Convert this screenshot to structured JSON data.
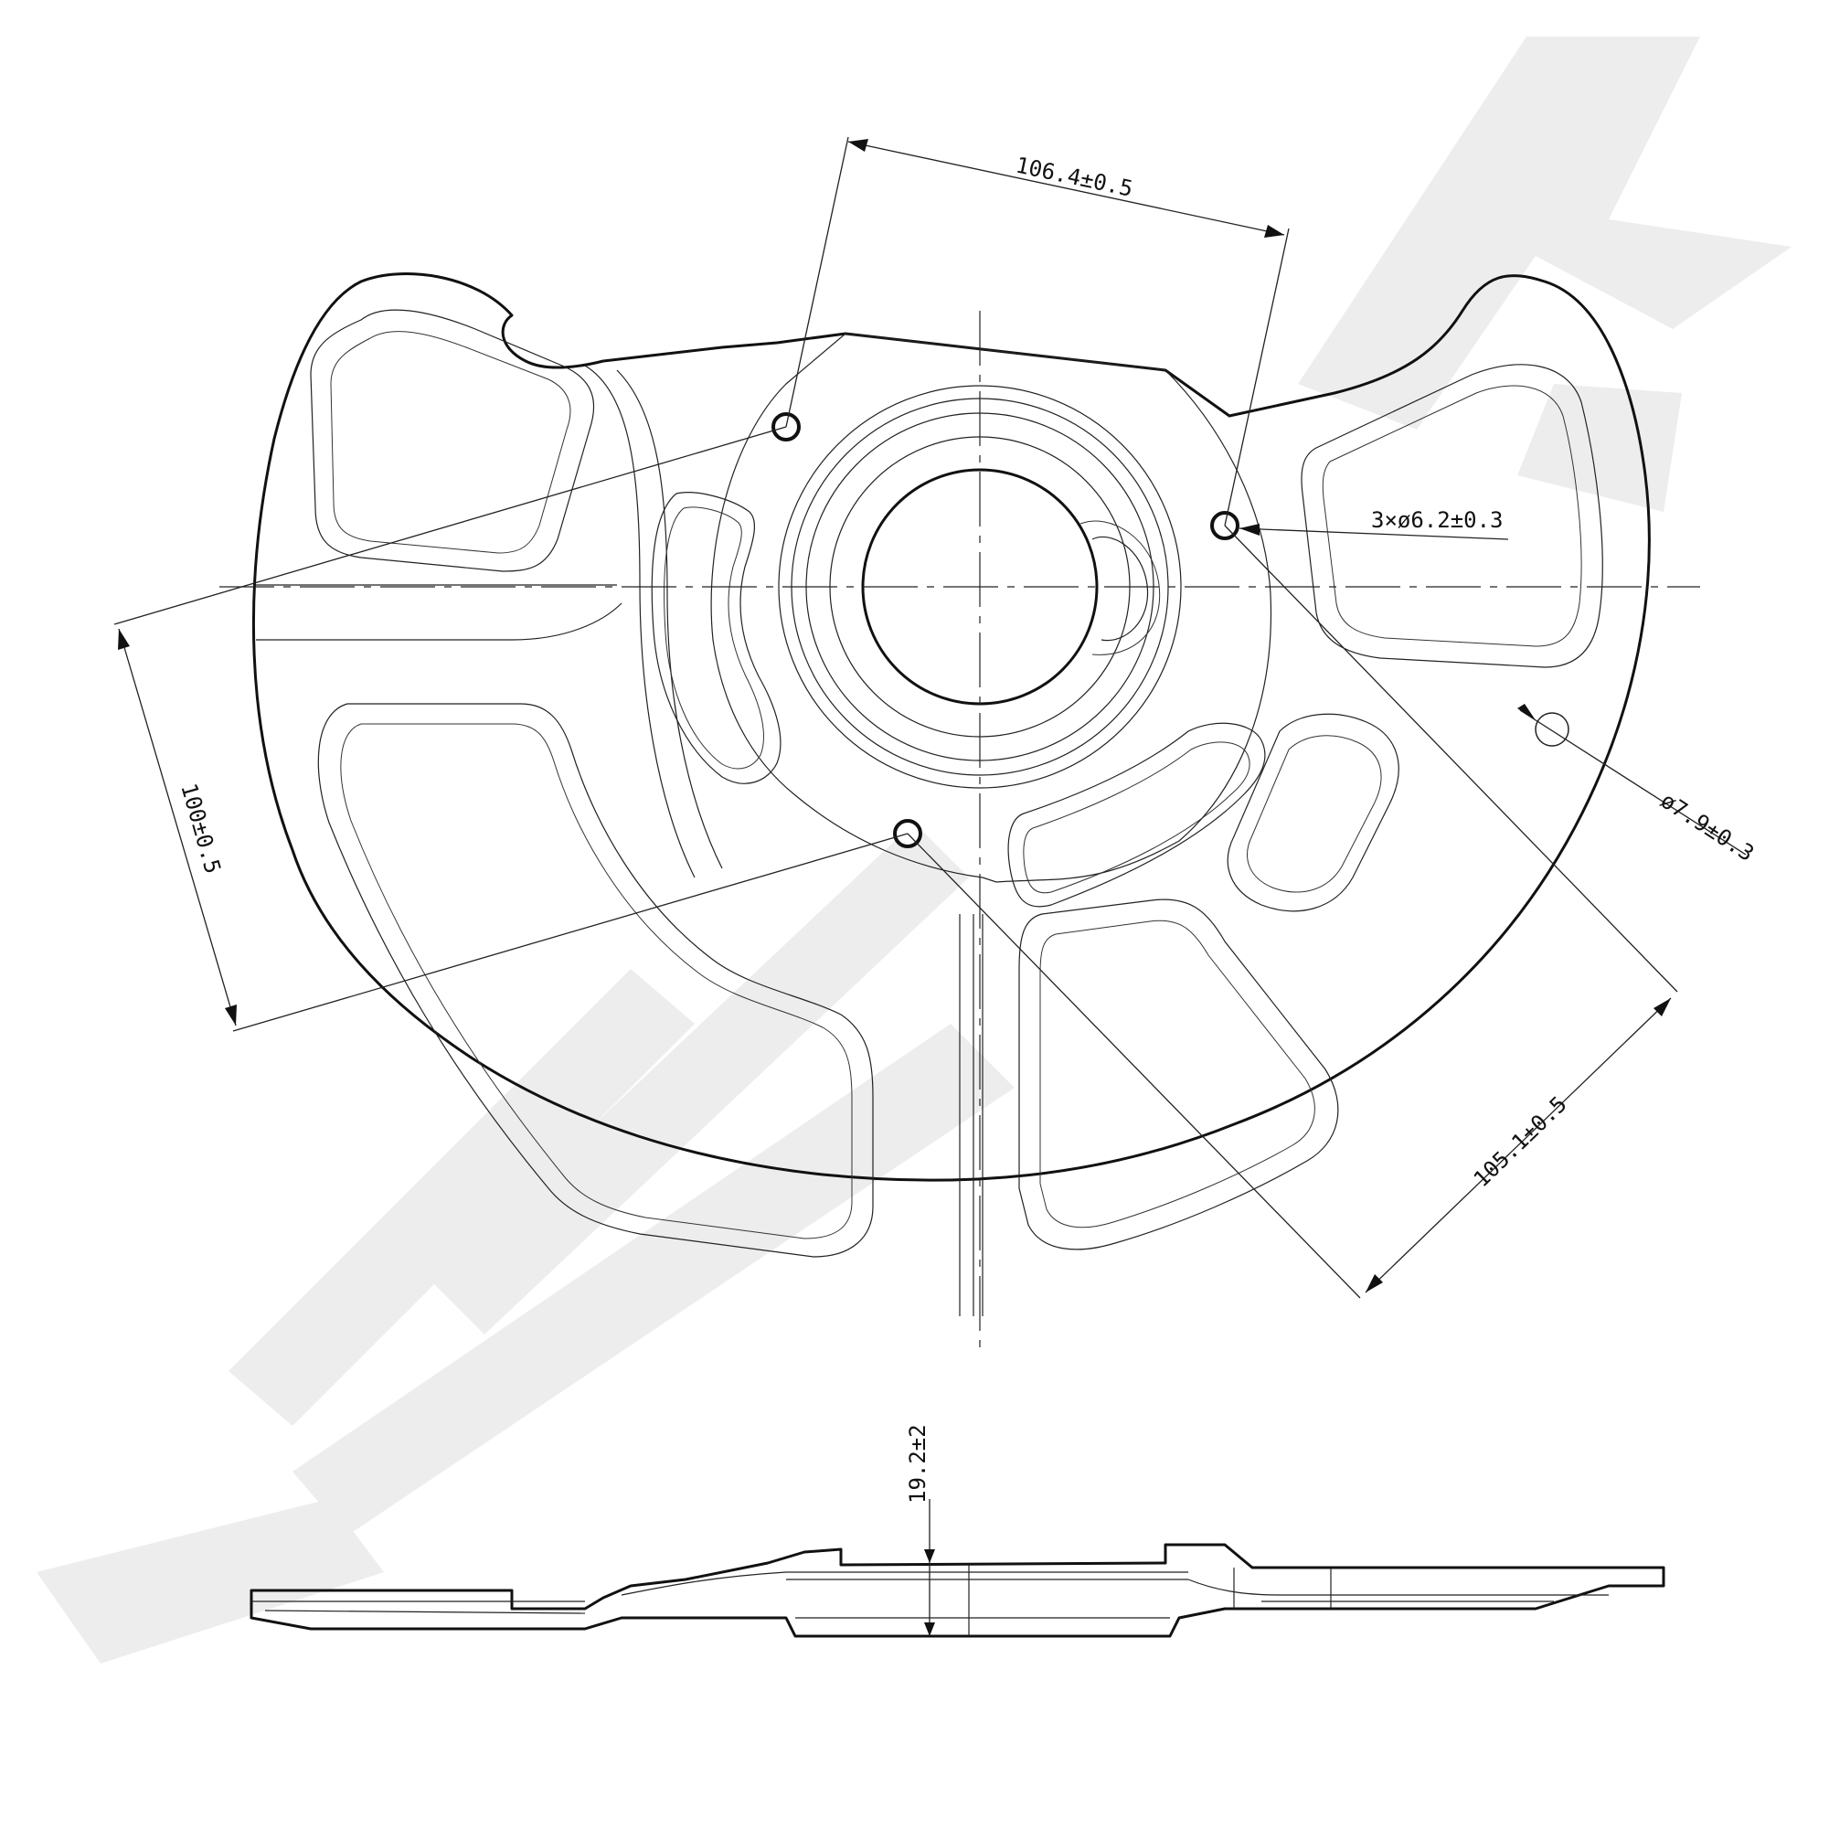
{
  "drawing": {
    "dimensions": {
      "top_span": "106.4±0.5",
      "hole_callout": "3×ø6.2±0.3",
      "left_span": "100±0.5",
      "small_hole": "ø7.9±0.3",
      "diagonal_span": "105.1±0.5",
      "thickness": "19.2±2"
    }
  }
}
